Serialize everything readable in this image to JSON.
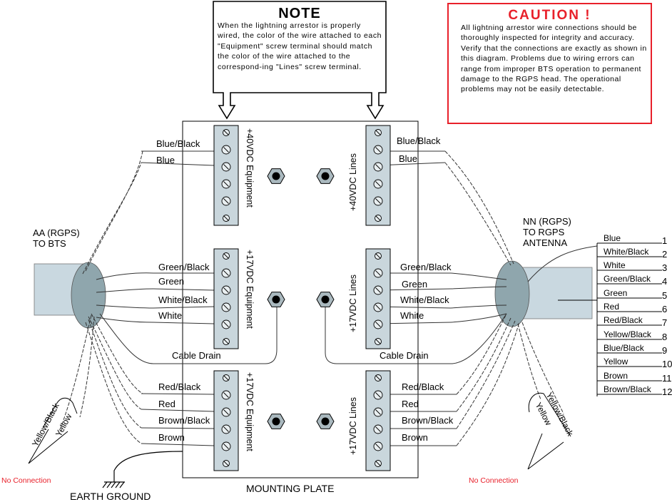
{
  "note": {
    "title": "NOTE",
    "body": "When the lightning arrestor is properly wired, the color of the wire attached to each \"Equipment\" screw terminal should match the color of the wire attached to the correspond-ing \"Lines\" screw terminal."
  },
  "caution": {
    "title": "CAUTION !",
    "body": "All lightning arrestor wire connections should be thoroughly inspected for integrity and accuracy. Verify that the connections are exactly as shown in this diagram. Problems due to wiring errors can range from improper BTS operation to permanent damage to the RGPS head. The operational problems may not be easily detectable.",
    "border_color": "#e8202a"
  },
  "left_cable": {
    "line1": "AA (RGPS)",
    "line2": "TO BTS"
  },
  "right_cable": {
    "line1": "NN (RGPS)",
    "line2": "TO RGPS",
    "line3": "ANTENNA"
  },
  "blocks": {
    "top_left": "+40VDC Equipment",
    "top_right": "+40VDC Lines",
    "mid_left": "+17VDC Equipment",
    "mid_right": "+17VDC Lines",
    "bot_left": "+17VDC Equipment",
    "bot_right": "+17VDC Lines"
  },
  "wires": {
    "top_left": [
      "Blue/Black",
      "Blue"
    ],
    "top_right": [
      "Blue/Black",
      "Blue"
    ],
    "mid_left": [
      "Green/Black",
      "Green",
      "White/Black",
      "White"
    ],
    "mid_right": [
      "Green/Black",
      "Green",
      "White/Black",
      "White"
    ],
    "bot_left": [
      "Red/Black",
      "Red",
      "Brown/Black",
      "Brown"
    ],
    "bot_right": [
      "Red/Black",
      "Red",
      "Brown/Black",
      "Brown"
    ]
  },
  "cable_drain": "Cable Drain",
  "left_loose": [
    "Yellow/Black",
    "Yellow"
  ],
  "right_loose": [
    "Yellow",
    "Yellow/Black"
  ],
  "no_connection": "No Connection",
  "earth_ground": "EARTH GROUND",
  "mounting_plate": "MOUNTING PLATE",
  "pinout": [
    {
      "name": "Blue",
      "num": "1"
    },
    {
      "name": "White/Black",
      "num": "2"
    },
    {
      "name": "White",
      "num": "3"
    },
    {
      "name": "Green/Black",
      "num": "4"
    },
    {
      "name": "Green",
      "num": "5"
    },
    {
      "name": "Red",
      "num": "6"
    },
    {
      "name": "Red/Black",
      "num": "7"
    },
    {
      "name": "Yellow/Black",
      "num": "8"
    },
    {
      "name": "Blue/Black",
      "num": "9"
    },
    {
      "name": "Yellow",
      "num": "10"
    },
    {
      "name": "Brown",
      "num": "11"
    },
    {
      "name": "Brown/Black",
      "num": "12"
    }
  ],
  "colors": {
    "cable": "#c9d8e0",
    "cable_end": "#8fa6ad",
    "terminal_block": "#c9d6dc",
    "caution": "#e8202a"
  }
}
